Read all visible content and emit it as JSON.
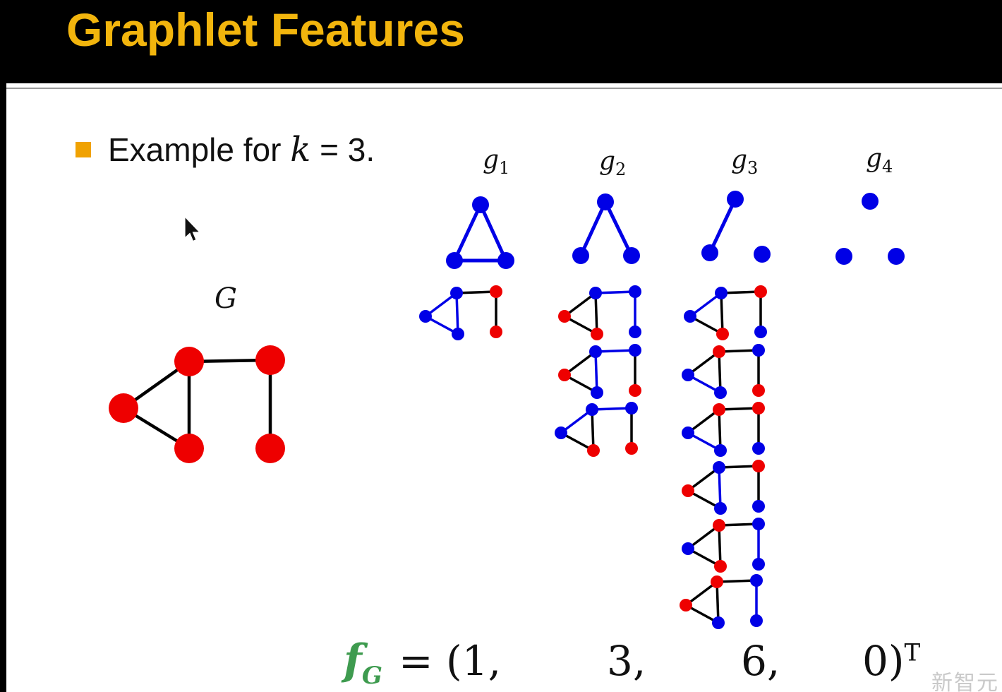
{
  "title": "Graphlet Features",
  "bullet": {
    "prefix": "Example for ",
    "variable": "k",
    "suffix": " = 3."
  },
  "graphlet_labels": {
    "g1": {
      "base": "g",
      "sub": "1"
    },
    "g2": {
      "base": "g",
      "sub": "2"
    },
    "g3": {
      "base": "g",
      "sub": "3"
    },
    "g4": {
      "base": "g",
      "sub": "4"
    }
  },
  "graph_G_label": "G",
  "formula": {
    "f": "f",
    "f_sub": "G",
    "eq_open": "= (1,",
    "v2": "3,",
    "v3": "6,",
    "v4": "0)",
    "sup": "T"
  },
  "feature_vector": {
    "graphlets": [
      "g1",
      "g2",
      "g3",
      "g4"
    ],
    "counts": [
      1,
      3,
      6,
      0
    ]
  },
  "watermark": "新智元",
  "colors": {
    "blue": "#0000E6",
    "red": "#EE0000",
    "black": "#000000"
  },
  "graphs": [
    {
      "name": "graphlet-g1-triangle",
      "r": 12,
      "stroke": 5,
      "nodes": [
        [
          681,
          290,
          "blue"
        ],
        [
          644,
          369,
          "blue"
        ],
        [
          717,
          369,
          "blue"
        ]
      ],
      "edges": [
        [
          0,
          1,
          "blue"
        ],
        [
          0,
          2,
          "blue"
        ],
        [
          1,
          2,
          "blue"
        ]
      ]
    },
    {
      "name": "graphlet-g2-path",
      "r": 12,
      "stroke": 5,
      "nodes": [
        [
          858,
          286,
          "blue"
        ],
        [
          823,
          362,
          "blue"
        ],
        [
          895,
          362,
          "blue"
        ]
      ],
      "edges": [
        [
          0,
          1,
          "blue"
        ],
        [
          0,
          2,
          "blue"
        ]
      ]
    },
    {
      "name": "graphlet-g3-edge-plus-node",
      "r": 12,
      "stroke": 5,
      "nodes": [
        [
          1042,
          282,
          "blue"
        ],
        [
          1006,
          358,
          "blue"
        ],
        [
          1080,
          360,
          "blue"
        ]
      ],
      "edges": [
        [
          0,
          1,
          "blue"
        ]
      ]
    },
    {
      "name": "graphlet-g4-empty",
      "r": 12,
      "stroke": 5,
      "nodes": [
        [
          1233,
          285,
          "blue"
        ],
        [
          1196,
          363,
          "blue"
        ],
        [
          1270,
          363,
          "blue"
        ]
      ],
      "edges": []
    },
    {
      "name": "graph-G",
      "r": 21,
      "stroke": 4.5,
      "nodes": [
        [
          175,
          578,
          "red"
        ],
        [
          268,
          512,
          "red"
        ],
        [
          268,
          635,
          "red"
        ],
        [
          383,
          510,
          "red"
        ],
        [
          383,
          635,
          "red"
        ]
      ],
      "edges": [
        [
          0,
          1,
          "black"
        ],
        [
          0,
          2,
          "black"
        ],
        [
          1,
          2,
          "black"
        ],
        [
          1,
          3,
          "black"
        ],
        [
          3,
          4,
          "black"
        ]
      ]
    },
    {
      "name": "g1-instance-1",
      "r": 9,
      "stroke": 3.5,
      "nodes": [
        [
          603,
          448,
          "blue"
        ],
        [
          647,
          415,
          "blue"
        ],
        [
          649,
          473,
          "blue"
        ],
        [
          703,
          413,
          "red"
        ],
        [
          703,
          470,
          "red"
        ]
      ],
      "edges": [
        [
          0,
          1,
          "blue"
        ],
        [
          0,
          2,
          "blue"
        ],
        [
          1,
          2,
          "blue"
        ],
        [
          1,
          3,
          "black"
        ],
        [
          3,
          4,
          "black"
        ]
      ]
    },
    {
      "name": "g2-instance-1",
      "r": 9,
      "stroke": 3.5,
      "nodes": [
        [
          800,
          448,
          "red"
        ],
        [
          844,
          415,
          "blue"
        ],
        [
          846,
          473,
          "red"
        ],
        [
          900,
          413,
          "blue"
        ],
        [
          900,
          470,
          "blue"
        ]
      ],
      "edges": [
        [
          0,
          1,
          "black"
        ],
        [
          0,
          2,
          "black"
        ],
        [
          1,
          2,
          "black"
        ],
        [
          1,
          3,
          "blue"
        ],
        [
          3,
          4,
          "blue"
        ]
      ]
    },
    {
      "name": "g2-instance-2",
      "r": 9,
      "stroke": 3.5,
      "nodes": [
        [
          800,
          531,
          "red"
        ],
        [
          844,
          498,
          "blue"
        ],
        [
          846,
          556,
          "blue"
        ],
        [
          900,
          496,
          "blue"
        ],
        [
          900,
          553,
          "red"
        ]
      ],
      "edges": [
        [
          0,
          1,
          "black"
        ],
        [
          0,
          2,
          "black"
        ],
        [
          1,
          2,
          "blue"
        ],
        [
          1,
          3,
          "blue"
        ],
        [
          3,
          4,
          "black"
        ]
      ]
    },
    {
      "name": "g2-instance-3",
      "r": 9,
      "stroke": 3.5,
      "nodes": [
        [
          795,
          613,
          "blue"
        ],
        [
          839,
          580,
          "blue"
        ],
        [
          841,
          638,
          "red"
        ],
        [
          895,
          578,
          "blue"
        ],
        [
          895,
          635,
          "red"
        ]
      ],
      "edges": [
        [
          0,
          1,
          "blue"
        ],
        [
          0,
          2,
          "black"
        ],
        [
          1,
          2,
          "black"
        ],
        [
          1,
          3,
          "blue"
        ],
        [
          3,
          4,
          "black"
        ]
      ]
    },
    {
      "name": "g3-instance-1",
      "r": 9,
      "stroke": 3.5,
      "nodes": [
        [
          978,
          448,
          "blue"
        ],
        [
          1022,
          415,
          "blue"
        ],
        [
          1024,
          473,
          "red"
        ],
        [
          1078,
          413,
          "red"
        ],
        [
          1078,
          470,
          "blue"
        ]
      ],
      "edges": [
        [
          0,
          1,
          "blue"
        ],
        [
          0,
          2,
          "black"
        ],
        [
          1,
          2,
          "black"
        ],
        [
          1,
          3,
          "black"
        ],
        [
          3,
          4,
          "black"
        ]
      ]
    },
    {
      "name": "g3-instance-2",
      "r": 9,
      "stroke": 3.5,
      "nodes": [
        [
          975,
          531,
          "blue"
        ],
        [
          1019,
          498,
          "red"
        ],
        [
          1021,
          556,
          "blue"
        ],
        [
          1075,
          496,
          "blue"
        ],
        [
          1075,
          553,
          "red"
        ]
      ],
      "edges": [
        [
          0,
          1,
          "black"
        ],
        [
          0,
          2,
          "blue"
        ],
        [
          1,
          2,
          "black"
        ],
        [
          1,
          3,
          "black"
        ],
        [
          3,
          4,
          "black"
        ]
      ]
    },
    {
      "name": "g3-instance-3",
      "r": 9,
      "stroke": 3.5,
      "nodes": [
        [
          975,
          613,
          "blue"
        ],
        [
          1019,
          580,
          "red"
        ],
        [
          1021,
          638,
          "blue"
        ],
        [
          1075,
          578,
          "red"
        ],
        [
          1075,
          635,
          "blue"
        ]
      ],
      "edges": [
        [
          0,
          1,
          "black"
        ],
        [
          0,
          2,
          "blue"
        ],
        [
          1,
          2,
          "black"
        ],
        [
          1,
          3,
          "black"
        ],
        [
          3,
          4,
          "black"
        ]
      ]
    },
    {
      "name": "g3-instance-4",
      "r": 9,
      "stroke": 3.5,
      "nodes": [
        [
          975,
          695,
          "red"
        ],
        [
          1019,
          662,
          "blue"
        ],
        [
          1021,
          720,
          "blue"
        ],
        [
          1075,
          660,
          "red"
        ],
        [
          1075,
          717,
          "blue"
        ]
      ],
      "edges": [
        [
          0,
          1,
          "black"
        ],
        [
          0,
          2,
          "black"
        ],
        [
          1,
          2,
          "blue"
        ],
        [
          1,
          3,
          "black"
        ],
        [
          3,
          4,
          "black"
        ]
      ]
    },
    {
      "name": "g3-instance-5",
      "r": 9,
      "stroke": 3.5,
      "nodes": [
        [
          975,
          777,
          "blue"
        ],
        [
          1019,
          744,
          "red"
        ],
        [
          1021,
          802,
          "red"
        ],
        [
          1075,
          742,
          "blue"
        ],
        [
          1075,
          799,
          "blue"
        ]
      ],
      "edges": [
        [
          0,
          1,
          "black"
        ],
        [
          0,
          2,
          "black"
        ],
        [
          1,
          2,
          "black"
        ],
        [
          1,
          3,
          "black"
        ],
        [
          3,
          4,
          "blue"
        ]
      ]
    },
    {
      "name": "g3-instance-6",
      "r": 9,
      "stroke": 3.5,
      "nodes": [
        [
          972,
          857,
          "red"
        ],
        [
          1016,
          824,
          "red"
        ],
        [
          1018,
          882,
          "blue"
        ],
        [
          1072,
          822,
          "blue"
        ],
        [
          1072,
          879,
          "blue"
        ]
      ],
      "edges": [
        [
          0,
          1,
          "black"
        ],
        [
          0,
          2,
          "black"
        ],
        [
          1,
          2,
          "black"
        ],
        [
          1,
          3,
          "black"
        ],
        [
          3,
          4,
          "blue"
        ]
      ]
    }
  ]
}
